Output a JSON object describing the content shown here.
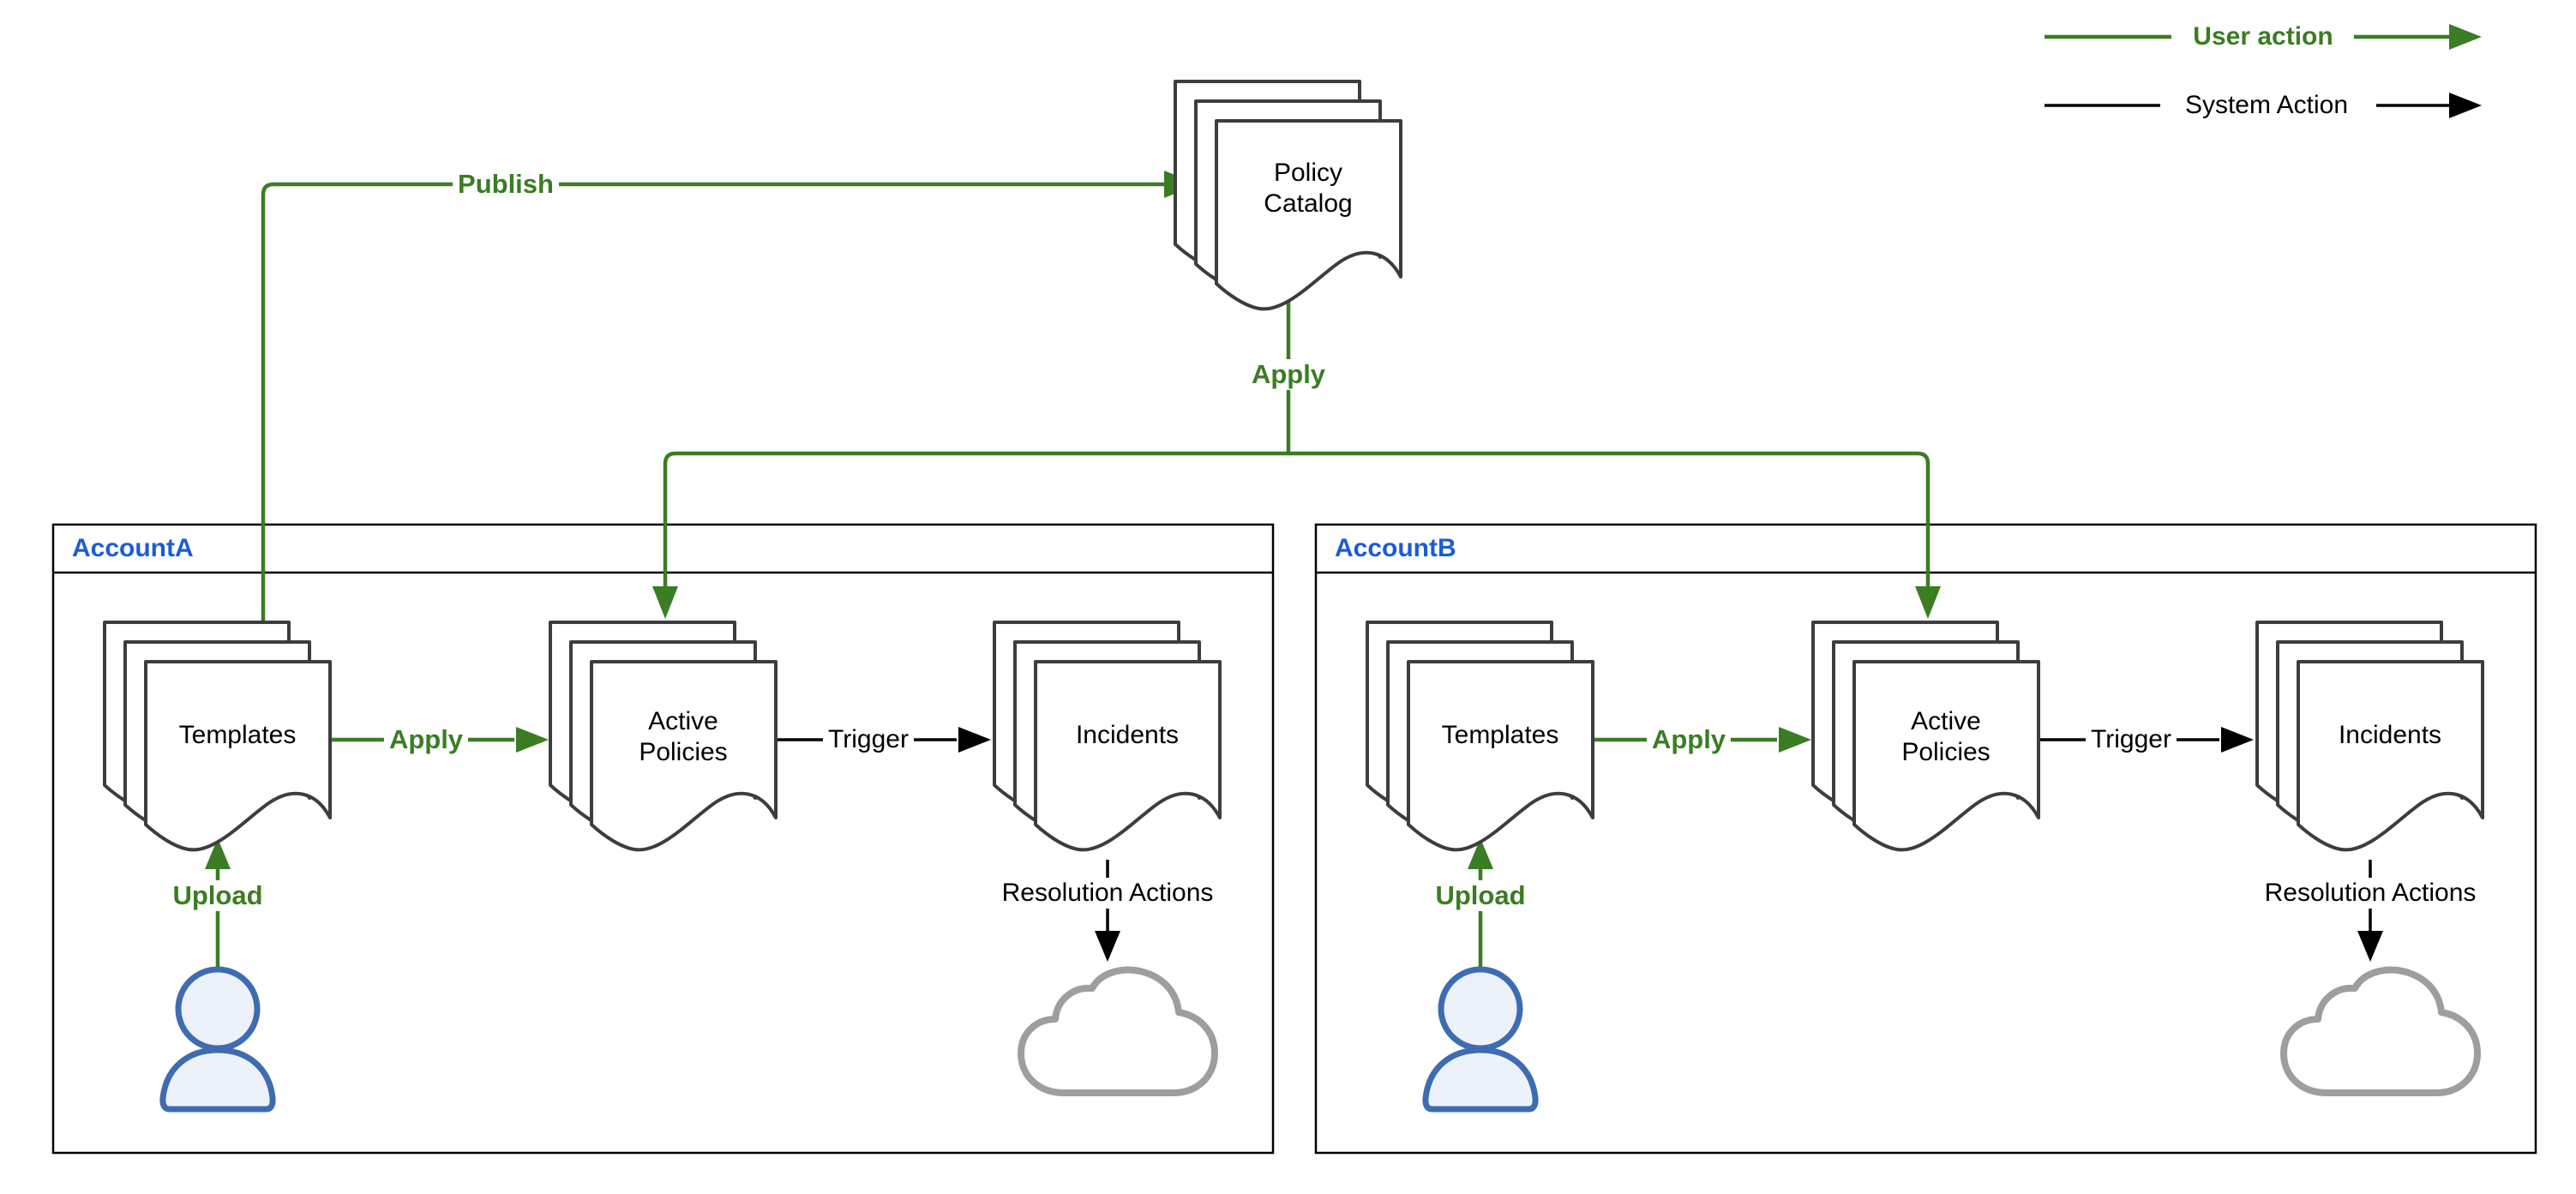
{
  "palette": {
    "user_action_green": "#3A7D23",
    "account_label_blue": "#1C5BD8",
    "document_stroke": "#3D3D3D",
    "person_stroke": "#3E6CB2",
    "person_fill": "#EDF2FA",
    "cloud_stroke": "#9E9E9E"
  },
  "legend": {
    "user_action_label": "User action",
    "system_action_label": "System Action"
  },
  "catalog": {
    "label": "Policy Catalog"
  },
  "edges": {
    "publish_label": "Publish",
    "apply_label": "Apply",
    "upload_label": "Upload",
    "trigger_label": "Trigger",
    "resolution_label": "Resolution Actions"
  },
  "accounts": [
    {
      "name": "AccountA",
      "templates_label": "Templates",
      "active_policies_label": "Active Policies",
      "incidents_label": "Incidents"
    },
    {
      "name": "AccountB",
      "templates_label": "Templates",
      "active_policies_label": "Active Policies",
      "incidents_label": "Incidents"
    }
  ]
}
